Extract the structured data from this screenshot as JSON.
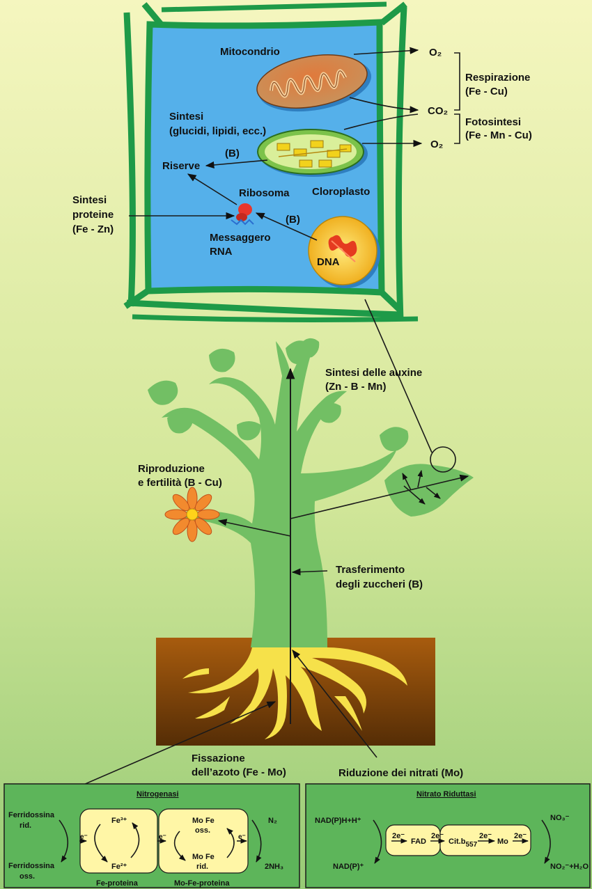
{
  "cell": {
    "mitocondrio": "Mitocondrio",
    "o2_top": "O₂",
    "co2": "CO₂",
    "o2_bottom": "O₂",
    "respirazione": "Respirazione",
    "respirazione_el": "(Fe - Cu)",
    "fotosintesi": "Fotosintesi",
    "fotosintesi_el": "(Fe - Mn - Cu)",
    "sintesi_line1": "Sintesi",
    "sintesi_line2": "(glucidi, lipidi, ecc.)",
    "b_label1": "(B)",
    "riserve": "Riserve",
    "cloroplasto": "Cloroplasto",
    "ribosoma": "Ribosoma",
    "b_label2": "(B)",
    "messaggero_line1": "Messaggero",
    "messaggero_line2": "RNA",
    "dna": "DNA",
    "sintesi_proteine_line1": "Sintesi",
    "sintesi_proteine_line2": "proteine",
    "sintesi_proteine_line3": "(Fe - Zn)"
  },
  "plant": {
    "auxine_line1": "Sintesi delle auxine",
    "auxine_line2": "(Zn - B - Mn)",
    "riproduzione_line1": "Riproduzione",
    "riproduzione_line2": "e fertilità (B - Cu)",
    "trasferimento_line1": "Trasferimento",
    "trasferimento_line2": "degli zuccheri (B)",
    "fissazione_line1": "Fissazione",
    "fissazione_line2": "dell’azoto (Fe - Mo)",
    "riduzione": "Riduzione dei nitrati (Mo)"
  },
  "nitrogenasi": {
    "title": "Nitrogenasi",
    "ferr_rid_1": "Ferridossina",
    "ferr_rid_2": "rid.",
    "ferr_oss_1": "Ferridossina",
    "ferr_oss_2": "oss.",
    "e1": "e⁻",
    "fe3": "Fe³⁺",
    "fe2": "Fe²⁺",
    "e2": "e⁻",
    "mofe_oss_1": "Mo Fe",
    "mofe_oss_2": "oss.",
    "mofe_rid_1": "Mo Fe",
    "mofe_rid_2": "rid.",
    "e3": "e⁻",
    "n2": "N₂",
    "nh3": "2NH₃",
    "fe_proteina": "Fe-proteina",
    "mofe_proteina": "Mo-Fe-proteina"
  },
  "nitrato": {
    "title": "Nitrato Riduttasi",
    "nadph": "NAD(P)H+H⁺",
    "nadp": "NAD(P)⁺",
    "e_a": "2e⁻",
    "fad": "FAD",
    "e_b": "2e⁻",
    "cit": "Cit.b",
    "cit_sub": "557",
    "e_c": "2e⁻",
    "mo": "Mo",
    "e_d": "2e⁻",
    "no3": "NO₃⁻",
    "no2": "NO₂⁻+H₂O"
  },
  "colors": {
    "bg_top": "#f2f4b8",
    "bg_bottom": "#9fcf7a",
    "cell_wall": "#1e9a48",
    "cytoplasm": "#5fb4ee",
    "plant": "#74c066",
    "soil_top": "#a55a10",
    "soil_bottom": "#5a3008",
    "roots": "#f4e24a",
    "box_bg": "#5db55a",
    "enzyme": "#fff6a6"
  }
}
